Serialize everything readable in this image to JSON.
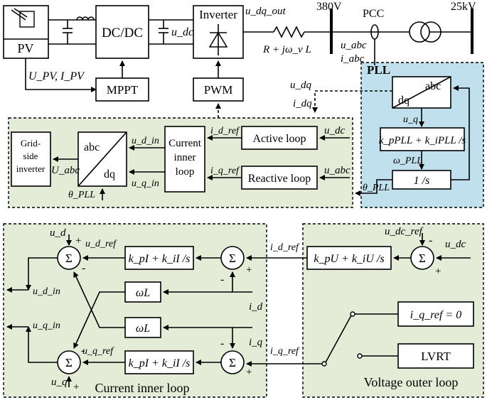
{
  "blocks": {
    "pv": "PV",
    "dcdc": "DC/DC",
    "inverter": "Inverter",
    "mppt": "MPPT",
    "pwm": "PWM",
    "pll_title": "PLL",
    "pll_abc": "abc",
    "pll_dq": "dq",
    "pll_pi": "k_pPLL + k_iPLL /s",
    "pll_int": "1 /s",
    "grid_inv_1": "Grid-",
    "grid_inv_2": "side",
    "grid_inv_3": "inverter",
    "conv_abc": "abc",
    "conv_dq": "dq",
    "cil_1": "Current",
    "cil_2": "inner",
    "cil_3": "loop",
    "active_loop": "Active loop",
    "reactive_loop": "Reactive loop",
    "pi_d": "k_pI + k_iI /s",
    "pi_q": "k_pI + k_iI /s",
    "wl_1": "ωL",
    "wl_2": "ωL",
    "pi_u": "k_pU + k_iU /s",
    "iqref_zero": "i_q_ref = 0",
    "lvrt": "LVRT",
    "sigma": "Σ"
  },
  "labels": {
    "udc": "u_dc",
    "udq_out": "u_dq_out",
    "v380": "380V",
    "pcc": "PCC",
    "kv25": "25kV",
    "uabc": "u_abc",
    "iabc": "i_abc",
    "impedance": "R + jω_v L",
    "upv_ipv": "U_PV, I_PV",
    "udq": "u_dq",
    "idq": "i_dq",
    "uq": "u_q",
    "omega_pll": "ω_PLL",
    "theta_pll": "θ_PLL",
    "id_ref": "i_d_ref",
    "iq_ref": "i_q_ref",
    "udc_in": "u_dc",
    "uabc_in": "u_abc",
    "ud_in": "u_d_in",
    "uq_in": "u_q_in",
    "Uabc": "U_abc",
    "theta_pll_2": "θ_PLL",
    "ud": "u_d",
    "uq_b": "u_q",
    "ud_ref": "u_d_ref",
    "uq_ref": "u_q_ref",
    "ud_in_b": "u_d_in",
    "uq_in_b": "u_q_in",
    "id": "i_d",
    "iq": "i_q",
    "id_ref_b": "i_d_ref",
    "iq_ref_b": "i_q_ref",
    "udc_ref": "u_dc_ref",
    "udc_b": "u_dc",
    "plus": "+",
    "minus": "-",
    "current_inner_loop": "Current inner loop",
    "voltage_outer_loop": "Voltage outer loop"
  },
  "colors": {
    "panel_green": "#e4ecd7",
    "panel_blue": "#bfe0ec"
  }
}
